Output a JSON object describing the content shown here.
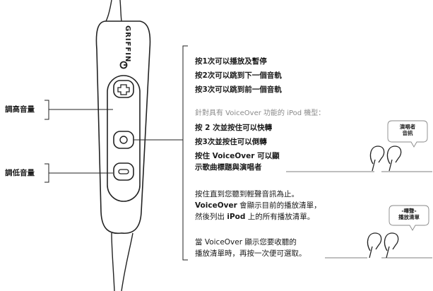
{
  "remote": {
    "brand": "GRIFFIN"
  },
  "labels": {
    "volume_up": "調高音量",
    "volume_down": "調低音量"
  },
  "instructions": {
    "press_1": "按1次可以播放及暫停",
    "press_2": "按2次可以跳到下一個音軌",
    "press_3": "按3次可以跳到前一個音軌",
    "voiceover_heading": "針對具有 VoiceOver 功能的 iPod 機型：",
    "press_2_hold": "按 2 次並按住可以快轉",
    "press_3_hold": "按3次並按住可以倒轉",
    "hold_voiceover_pre": "按住 ",
    "hold_voiceover_bold": "VoiceOver",
    "hold_voiceover_post": " 可以顯",
    "hold_voiceover_line2": "示歌曲標題與演唱者",
    "playlist_line1": "按住直到您聽到輕聲音訊為止。",
    "playlist_line2_bold": "VoiceOver",
    "playlist_line2_post": " 會顯示目前的播放清單，",
    "playlist_line3_pre": "然後列出 ",
    "playlist_line3_bold": "iPod",
    "playlist_line3_post": " 上的所有播放清單。",
    "select_line1": "當 VoiceOver 顯示您要收聽的",
    "select_line2": "播放清單時，再按一次便可選取。"
  },
  "bubbles": {
    "artist_line1": "演唱者",
    "artist_line2": "音訊",
    "playlist_line1": "-嗶聲-",
    "playlist_line2": "播放清單"
  }
}
